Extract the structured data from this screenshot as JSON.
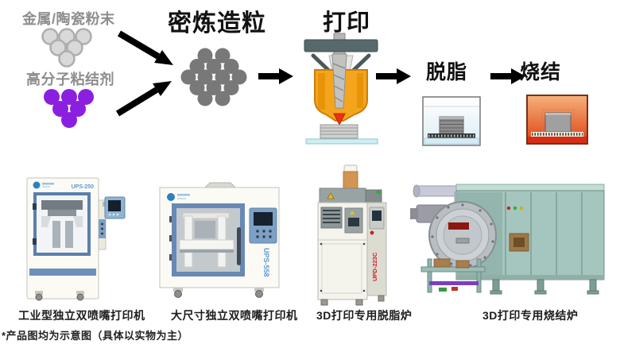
{
  "flow": {
    "input_powder_label": "金属/陶瓷粉末",
    "input_binder_label": "高分子粘结剂",
    "step_mixing": "密炼造粒",
    "step_printing": "打印",
    "step_debinding": "脱脂",
    "step_sintering": "烧结"
  },
  "products": [
    {
      "name": "工业型独立双喷嘴打印机",
      "model": "UPS-250"
    },
    {
      "name": "大尺寸独立双喷嘴打印机",
      "model": "UPS-558"
    },
    {
      "name": "3D打印专用脱脂炉",
      "model": "UPD-223C"
    },
    {
      "name": "3D打印专用烧结炉",
      "model": ""
    }
  ],
  "footnote": "*产品图均为示意图（具体以实物为主）",
  "colors": {
    "powder_gray_fill": "#d9d9d9",
    "powder_gray_stroke": "#aeaeae",
    "binder_purple": "#8b1fe0",
    "granule_gray": "#787878",
    "arrow_black": "#000000",
    "nozzle_orange": "#f4a51c",
    "nozzle_red": "#e8330e",
    "plate_cyan": "#cdeef2",
    "sinter_hot_top": "#f6b27c",
    "sinter_hot_bottom": "#e1491b",
    "machine_blue": "#6d8fbc",
    "brand_blue": "#2f7fc1",
    "model_blue": "#5f9bd0",
    "model_red": "#c42222",
    "furnace_teal": "#a5c6be"
  }
}
